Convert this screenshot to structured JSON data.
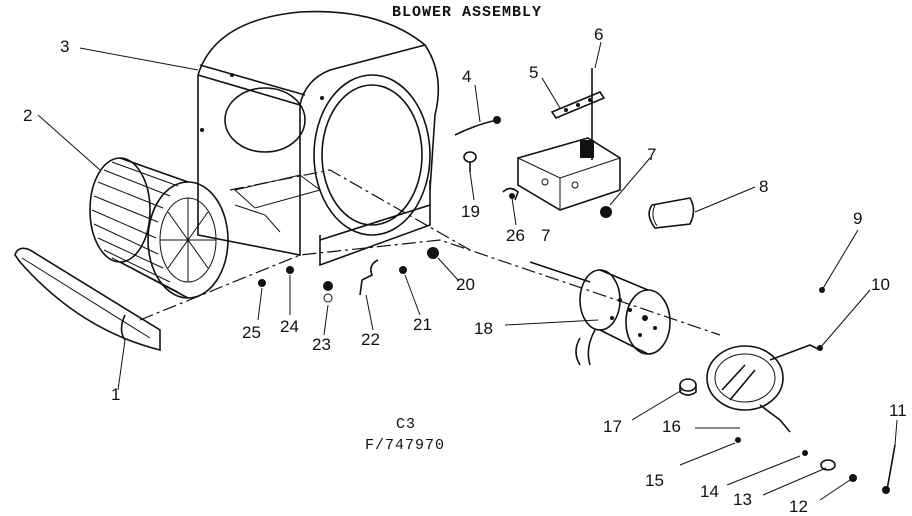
{
  "diagram": {
    "title": "BLOWER ASSEMBLY",
    "code_line1": "C3",
    "code_line2": "F/747970",
    "callouts": [
      "1",
      "2",
      "3",
      "4",
      "5",
      "6",
      "7",
      "7",
      "8",
      "9",
      "10",
      "11",
      "12",
      "13",
      "14",
      "15",
      "16",
      "17",
      "18",
      "19",
      "20",
      "21",
      "22",
      "23",
      "24",
      "25",
      "26"
    ]
  }
}
